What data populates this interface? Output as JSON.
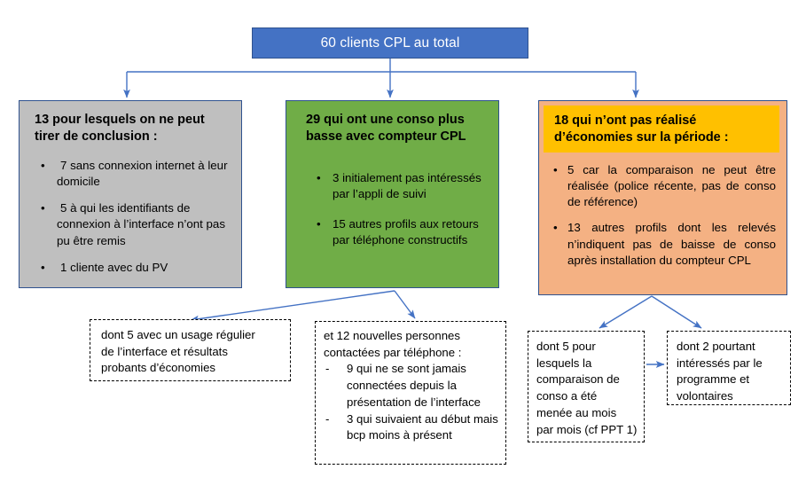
{
  "diagram": {
    "root": {
      "label": "60 clients CPL au total",
      "color": "#4472C4",
      "text_color": "#FFFFFF"
    },
    "categories": [
      {
        "id": "gray",
        "color": "#BFBFBF",
        "title": "13 pour lesquels on ne peut tirer de conclusion :",
        "bullets": [
          "7 sans connexion internet à leur domicile",
          "5 à qui les identifiants de connexion  à  l’interface n’ont pas pu être remis",
          "1 cliente avec du PV"
        ]
      },
      {
        "id": "green",
        "color": "#70AD47",
        "title": "29 qui ont une conso plus basse avec compteur CPL",
        "bullets": [
          "3 initialement pas intéressés par l’appli de suivi",
          "15 autres profils aux retours par téléphone constructifs"
        ]
      },
      {
        "id": "orange",
        "color": "#F4B183",
        "header_color": "#FFC000",
        "title": "18 qui n’ont pas réalisé d’économies sur la période :",
        "bullets": [
          "5 car la comparaison ne peut être réalisée (police récente, pas de conso de référence)",
          "13 autres profils dont les relevés n’indiquent pas de baisse de conso après installation du compteur CPL"
        ]
      }
    ],
    "notes": [
      {
        "id": "note-1",
        "lines": [
          "dont 5 avec un usage régulier",
          "de l’interface et résultats",
          "probants d’économies"
        ]
      },
      {
        "id": "note-2",
        "lines": [
          "et 12 nouvelles personnes",
          "contactées par téléphone :"
        ],
        "sub_bullets": [
          "9 qui ne se sont jamais connectées depuis la présentation de l’interface",
          "3 qui suivaient au début mais bcp moins à présent"
        ],
        "sub_marker": "-"
      },
      {
        "id": "note-3",
        "lines": [
          "dont 5 pour",
          "lesquels la",
          "comparaison de",
          "conso a été",
          "menée au mois",
          "par mois (cf PPT 1)"
        ]
      },
      {
        "id": "note-4",
        "lines": [
          "dont 2 pourtant",
          "intéressés par le",
          "programme et",
          "volontaires"
        ]
      }
    ],
    "bullet_marker": "•",
    "connector_color": "#4472C4"
  }
}
